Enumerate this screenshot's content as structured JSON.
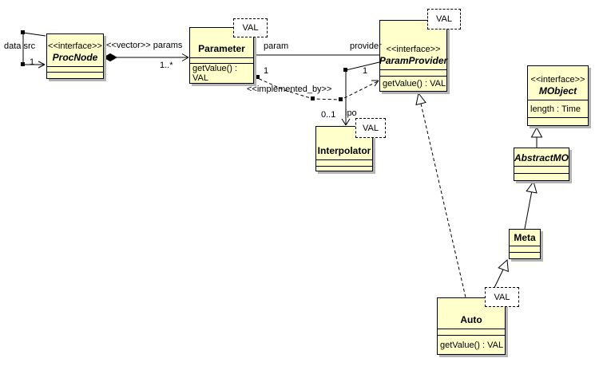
{
  "diagram": {
    "background": "#ffffff",
    "class_fill": "#ffffcc",
    "border_color": "#000000",
    "shadow_color": "#b4b4b4"
  },
  "classes": {
    "procnode": {
      "stereotype": "<<interface>>",
      "name": "ProcNode"
    },
    "parameter": {
      "name": "Parameter",
      "operation": "getValue() : VAL",
      "template": "VAL"
    },
    "paramprovider": {
      "stereotype": "<<interface>>",
      "name": "ParamProvider",
      "operation": "getValue() : VAL",
      "template": "VAL"
    },
    "interpolator": {
      "name": "Interpolator",
      "template": "VAL"
    },
    "mobject": {
      "stereotype": "<<interface>>",
      "name": "MObject",
      "attribute": "length : Time"
    },
    "abstractmo": {
      "name": "AbstractMO"
    },
    "meta": {
      "name": "Meta"
    },
    "auto": {
      "name": "Auto",
      "operation": "getValue() : VAL",
      "template": "VAL"
    }
  },
  "edges": {
    "procnode_self": {
      "label": "data src",
      "multiplicity": "1"
    },
    "procnode_parameter": {
      "label": "<<vector>> params",
      "multiplicity": "1..*"
    },
    "parameter_paramprovider": {
      "source_role": "param",
      "target_role": "provider"
    },
    "implemented_by": {
      "label": "<<implemented_by>>",
      "source_multiplicity": "1",
      "target_multiplicity": "1"
    },
    "paramprovider_interpolator": {
      "multiplicity": "0..1",
      "role": "ipo"
    }
  }
}
